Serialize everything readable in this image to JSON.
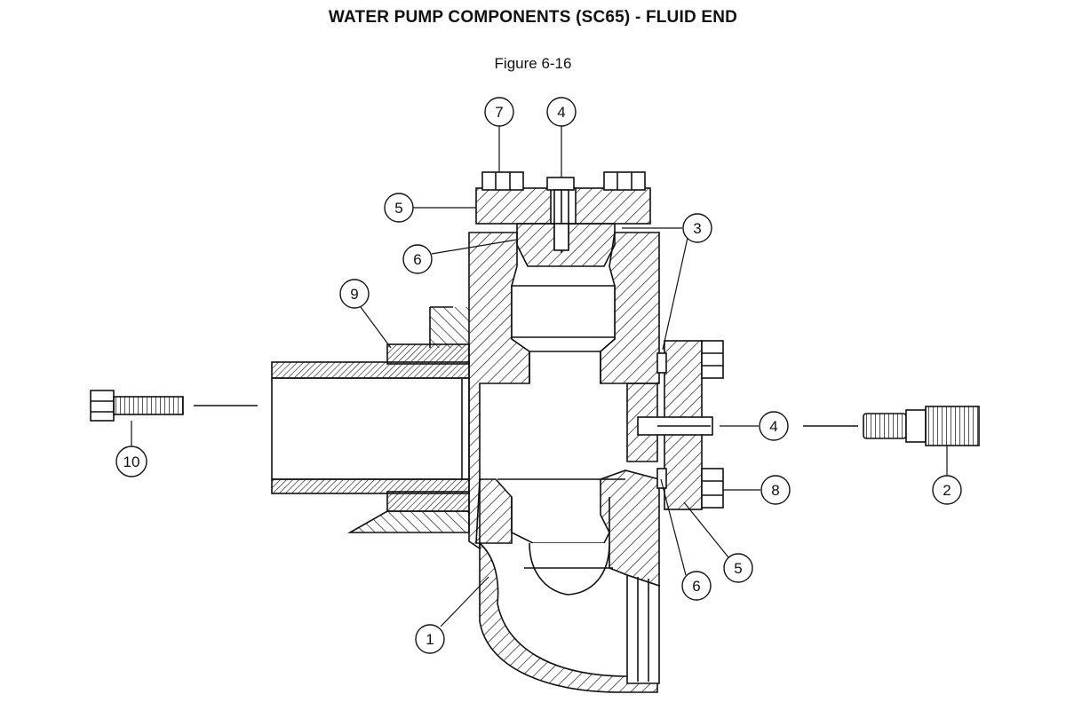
{
  "header": {
    "title": "WATER PUMP COMPONENTS (SC65) - FLUID END",
    "figure": "Figure 6-16"
  },
  "callouts": [
    {
      "id": "callout-7",
      "label": "7"
    },
    {
      "id": "callout-4-top",
      "label": "4"
    },
    {
      "id": "callout-5-top",
      "label": "5"
    },
    {
      "id": "callout-3",
      "label": "3"
    },
    {
      "id": "callout-6-top",
      "label": "6"
    },
    {
      "id": "callout-9",
      "label": "9"
    },
    {
      "id": "callout-10",
      "label": "10"
    },
    {
      "id": "callout-4-right",
      "label": "4"
    },
    {
      "id": "callout-8",
      "label": "8"
    },
    {
      "id": "callout-2",
      "label": "2"
    },
    {
      "id": "callout-5-bottom",
      "label": "5"
    },
    {
      "id": "callout-6-bottom",
      "label": "6"
    },
    {
      "id": "callout-1",
      "label": "1"
    }
  ],
  "colors": {
    "ink": "#111111",
    "paper": "#ffffff"
  }
}
